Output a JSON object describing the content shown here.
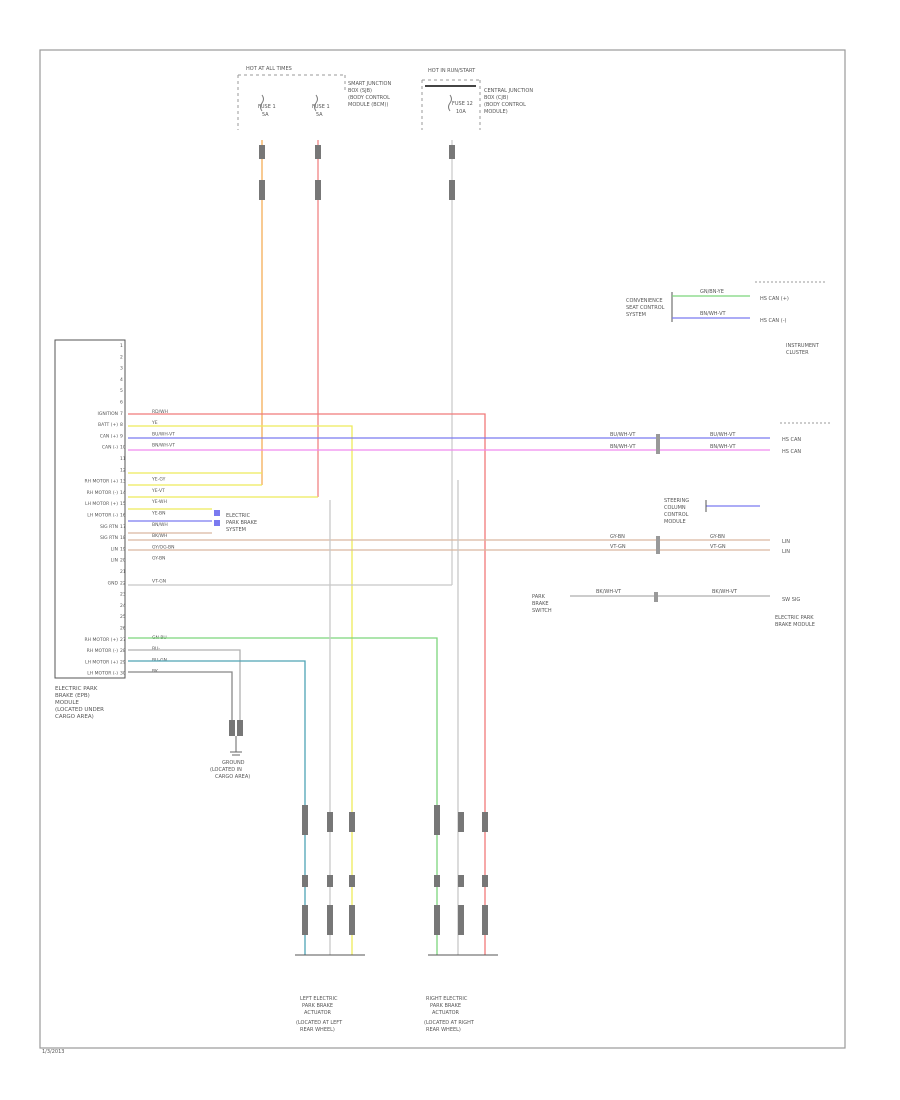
{
  "colors": {
    "frame": "#9a9a9a",
    "orange": "#f2a74a",
    "red": "#f07a7a",
    "yellow": "#eeea5a",
    "blue": "#7a7af0",
    "pink": "#f08aef",
    "tan": "#d9b8a0",
    "green": "#7cd57c",
    "teal": "#4fa3b5",
    "gray": "#b0b0b0",
    "dark": "#444444"
  },
  "top_fuses": [
    {
      "name": "HOT AT ALL TIMES",
      "lines": [
        "FUSE 1",
        "5A"
      ],
      "note": [
        "SMART JUNCTION",
        "BOX (SJB)",
        "(BODY CONTROL",
        "MODULE (BCM))"
      ]
    },
    {
      "name": "HOT IN RUN/START",
      "lines": [
        "FUSE 12",
        "10A"
      ],
      "note": [
        "CENTRAL JUNCTION",
        "BOX (CJB)",
        "(BODY CONTROL",
        "MODULE)"
      ]
    }
  ],
  "instrument_cluster": {
    "left_label": [
      "CONVENIENCE",
      "SEAT CONTROL",
      "SYSTEM"
    ],
    "wire1": "GN/BN-YE",
    "wire2": "BN/WH-VT",
    "right1": "HS CAN (+)",
    "right2": "HS CAN (-)",
    "label": [
      "INSTRUMENT",
      "CLUSTER"
    ]
  },
  "module": {
    "pins": [
      {
        "pin": "1",
        "label": "",
        "wire": ""
      },
      {
        "pin": "2",
        "label": "",
        "wire": ""
      },
      {
        "pin": "3",
        "label": "",
        "wire": ""
      },
      {
        "pin": "4",
        "label": "",
        "wire": ""
      },
      {
        "pin": "5",
        "label": "",
        "wire": ""
      },
      {
        "pin": "6",
        "label": "",
        "wire": ""
      },
      {
        "pin": "7",
        "label": "IGNITION",
        "wire": "RD/WH"
      },
      {
        "pin": "8",
        "label": "BATT (+)",
        "wire": "YE"
      },
      {
        "pin": "9",
        "label": "CAN (+)",
        "wire": "BU/WH-VT"
      },
      {
        "pin": "10",
        "label": "CAN (-)",
        "wire": "BN/WH-VT"
      },
      {
        "pin": "11",
        "label": "",
        "wire": ""
      },
      {
        "pin": "12",
        "label": "",
        "wire": ""
      },
      {
        "pin": "13",
        "label": "RH MOTOR (+)",
        "wire": "YE-GY"
      },
      {
        "pin": "14",
        "label": "RH MOTOR (-)",
        "wire": "YE-VT"
      },
      {
        "pin": "15",
        "label": "LH MOTOR (+)",
        "wire": "YE-WH"
      },
      {
        "pin": "16",
        "label": "LH MOTOR (-)",
        "wire": "YE-BN"
      },
      {
        "pin": "17",
        "label": "SIG RTN",
        "wire": "BN/WH"
      },
      {
        "pin": "18",
        "label": "SIG RTN",
        "wire": "BK/WH"
      },
      {
        "pin": "19",
        "label": "LIN",
        "wire": "GY/OG-BN"
      },
      {
        "pin": "20",
        "label": "LIN",
        "wire": "GY-BN"
      },
      {
        "pin": "21",
        "label": "",
        "wire": ""
      },
      {
        "pin": "22",
        "label": "GND",
        "wire": "VT-GN"
      },
      {
        "pin": "23",
        "label": "",
        "wire": ""
      },
      {
        "pin": "24",
        "label": "",
        "wire": ""
      },
      {
        "pin": "25",
        "label": "",
        "wire": ""
      },
      {
        "pin": "26",
        "label": "",
        "wire": ""
      },
      {
        "pin": "27",
        "label": "RH MOTOR (+)",
        "wire": "GN-BU"
      },
      {
        "pin": "28",
        "label": "RH MOTOR (-)",
        "wire": "BU-..."
      },
      {
        "pin": "29",
        "label": "LH MOTOR (+)",
        "wire": "BU-GN"
      },
      {
        "pin": "30",
        "label": "LH MOTOR (-)",
        "wire": "BK"
      }
    ],
    "name": [
      "ELECTRIC PARK",
      "BRAKE (EPB)",
      "MODULE",
      "(LOCATED UNDER",
      "CARGO AREA)"
    ]
  },
  "connectors_right": [
    {
      "wire1": "BU/WH-VT",
      "wire2": "BU/WH-VT",
      "end": "HS CAN"
    },
    {
      "wire1": "BN/WH-VT",
      "wire2": "BN/WH-VT",
      "end": "HS CAN"
    },
    {
      "wire1": "GY-BN",
      "wire2": "GY-BN",
      "end": "LIN"
    },
    {
      "wire1": "VT-GN",
      "wire2": "VT-GN",
      "end": "LIN"
    }
  ],
  "lin_source": [
    "STEERING",
    "COLUMN",
    "CONTROL",
    "MODULE"
  ],
  "park_switch": {
    "left": [
      "PARK",
      "BRAKE",
      "SWITCH"
    ],
    "w1": "BK/WH-VT",
    "w2": "BK/WH-VT",
    "end": "SW SIG",
    "module": [
      "ELECTRIC PARK",
      "BRAKE MODULE"
    ]
  },
  "jumper_note": [
    "ELECTRIC",
    "PARK BRAKE",
    "SYSTEM"
  ],
  "ground": [
    "GROUND",
    "(LOCATED IN",
    "CARGO AREA)"
  ],
  "actuators": [
    {
      "name": [
        "LEFT ELECTRIC",
        "PARK BRAKE",
        "ACTUATOR",
        "(LOCATED AT LEFT",
        "REAR WHEEL)"
      ]
    },
    {
      "name": [
        "RIGHT ELECTRIC",
        "PARK BRAKE",
        "ACTUATOR",
        "(LOCATED AT RIGHT",
        "REAR WHEEL)"
      ]
    }
  ],
  "footer": "1/3/2013"
}
